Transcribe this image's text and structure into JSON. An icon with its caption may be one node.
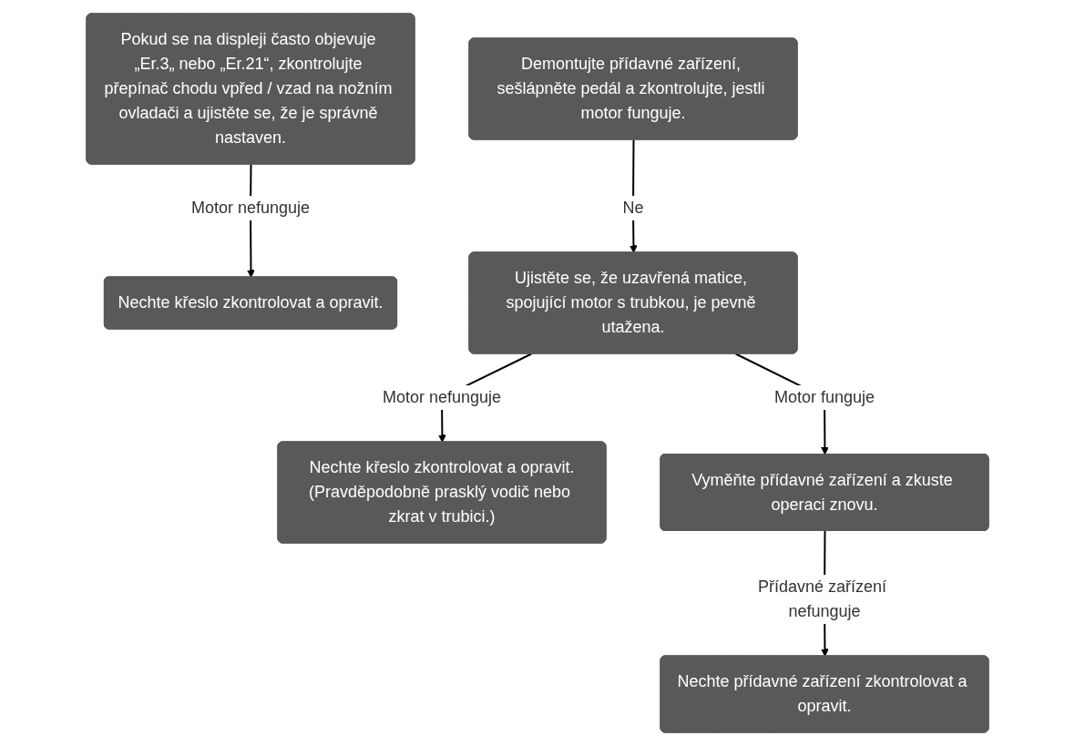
{
  "diagram": {
    "nodes": [
      {
        "text": [
          "Pokud se na displeji často objevuje „Er.3„ nebo „Er.21“, zkontrolujte přepínač chodu vpřed / vzad na nožním ovladači a ujistěte se, že je správně nastaven."
        ]
      },
      {
        "text": [
          "Nechte křeslo zkontrolovat a opravit."
        ]
      },
      {
        "text": [
          "Demontujte přídavné zařízení, sešlápněte pedál a zkontrolujte, jestli motor funguje."
        ]
      },
      {
        "text": [
          "Ujistěte se, že uzavřená matice, spojující motor s trubkou, je pevně utažena."
        ]
      },
      {
        "text": [
          "Nechte křeslo zkontrolovat a opravit.",
          "(Pravděpodobně prasklý vodič nebo zkrat v trubici.)"
        ]
      },
      {
        "text": [
          "Vyměňte přídavné zařízení a zkuste operaci znovu."
        ]
      },
      {
        "text": [
          "Nechte přídavné zařízení zkontrolovat a opravit."
        ]
      }
    ],
    "edges": [
      {
        "from": 0,
        "to": 1,
        "arrow": "to",
        "label": "Motor nefunguje"
      },
      {
        "from": 2,
        "to": 3,
        "arrow": "to",
        "label": "Ne"
      },
      {
        "from": 3,
        "to": 4,
        "arrow": "to",
        "label": "Motor nefunguje"
      },
      {
        "from": 3,
        "to": 5,
        "arrow": "to",
        "label": "Motor funguje"
      },
      {
        "from": 5,
        "to": 6,
        "arrow": "to",
        "label": "Přídavné zařízení nefunguje"
      }
    ]
  }
}
